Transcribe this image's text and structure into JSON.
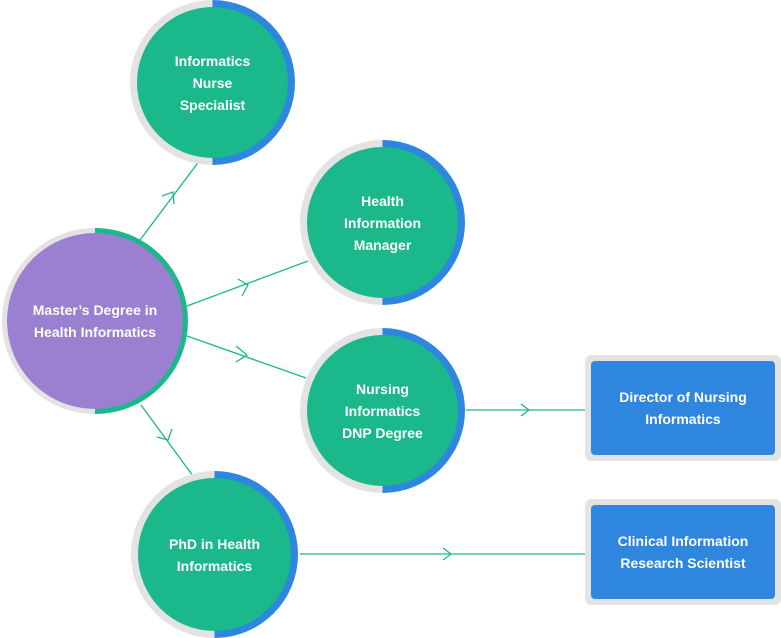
{
  "colors": {
    "teal": "#1ab88a",
    "purple": "#9b7fd0",
    "blue": "#2e86de",
    "ring_gray": "#e3e3e3",
    "connector": "#1ab88a"
  },
  "nodes": {
    "masters": {
      "line1": "Master’s Degree in",
      "line2": "Health Informatics"
    },
    "informatics_nurse": {
      "line1": "Informatics",
      "line2": "Nurse",
      "line3": "Specialist"
    },
    "health_info_manager": {
      "line1": "Health",
      "line2": "Information",
      "line3": "Manager"
    },
    "nursing_dnp": {
      "line1": "Nursing",
      "line2": "Informatics",
      "line3": "DNP Degree"
    },
    "phd": {
      "line1": "PhD in Health",
      "line2": "Informatics"
    }
  },
  "outcomes": {
    "director": {
      "line1": "Director of Nursing",
      "line2": "Informatics"
    },
    "research_scientist": {
      "line1": "Clinical Information",
      "line2": "Research Scientist"
    }
  }
}
